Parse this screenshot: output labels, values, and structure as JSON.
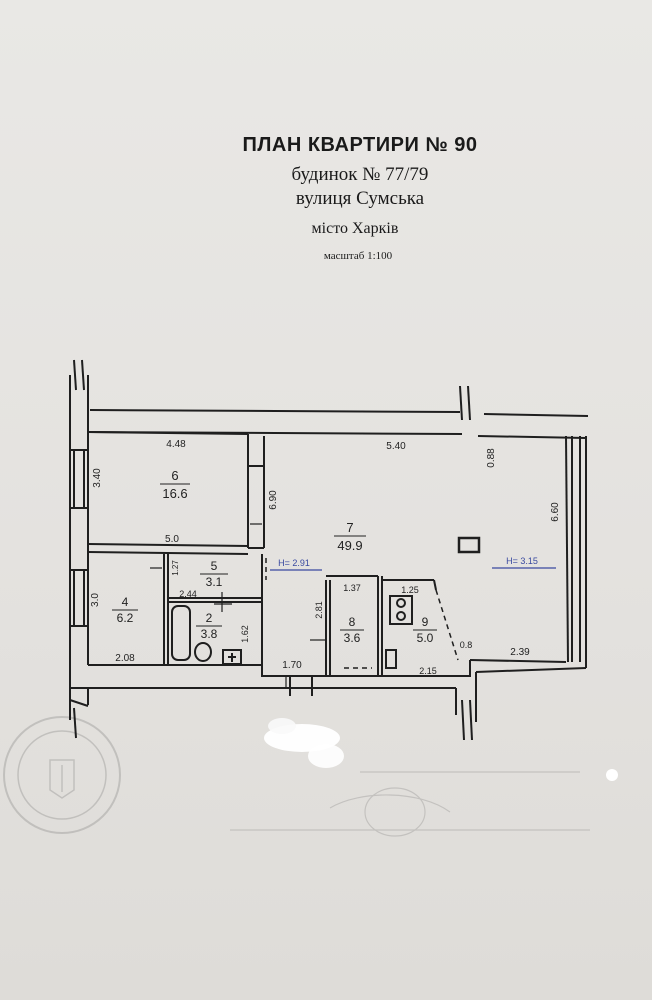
{
  "header": {
    "title": "ПЛАН КВАРТИРИ № 90",
    "house": "будинок № 77/79",
    "street": "вулиця Сумська",
    "city": "місто   Харків",
    "scale": "масштаб 1:100"
  },
  "rooms": [
    {
      "number": "6",
      "area": "16.6"
    },
    {
      "number": "7",
      "area": "49.9"
    },
    {
      "number": "5",
      "area": "3.1"
    },
    {
      "number": "4",
      "area": "6.2"
    },
    {
      "number": "2",
      "area": "3.8"
    },
    {
      "number": "8",
      "area": "3.6"
    },
    {
      "number": "9",
      "area": "5.0"
    }
  ],
  "dimensions": {
    "d_448": "4.48",
    "d_540": "5.40",
    "d_088": "0.88",
    "d_340": "3.40",
    "d_690": "6.90",
    "d_660": "6.60",
    "d_50": "5.0",
    "d_127": "1.27",
    "d_244": "2.44",
    "d_30": "3.0",
    "d_162": "1.62",
    "d_208": "2.08",
    "d_170": "1.70",
    "d_281": "2.81",
    "d_137": "1.37",
    "d_125": "1.25",
    "d_08": "0.8",
    "d_239": "2.39",
    "d_215": "2.15"
  },
  "heights": {
    "h1": "H= 2.91",
    "h2": "H= 3.15"
  },
  "colors": {
    "ink": "#1f1f1f",
    "paper": "#e6e4e1",
    "blue_ink": "#3a4aa0"
  }
}
